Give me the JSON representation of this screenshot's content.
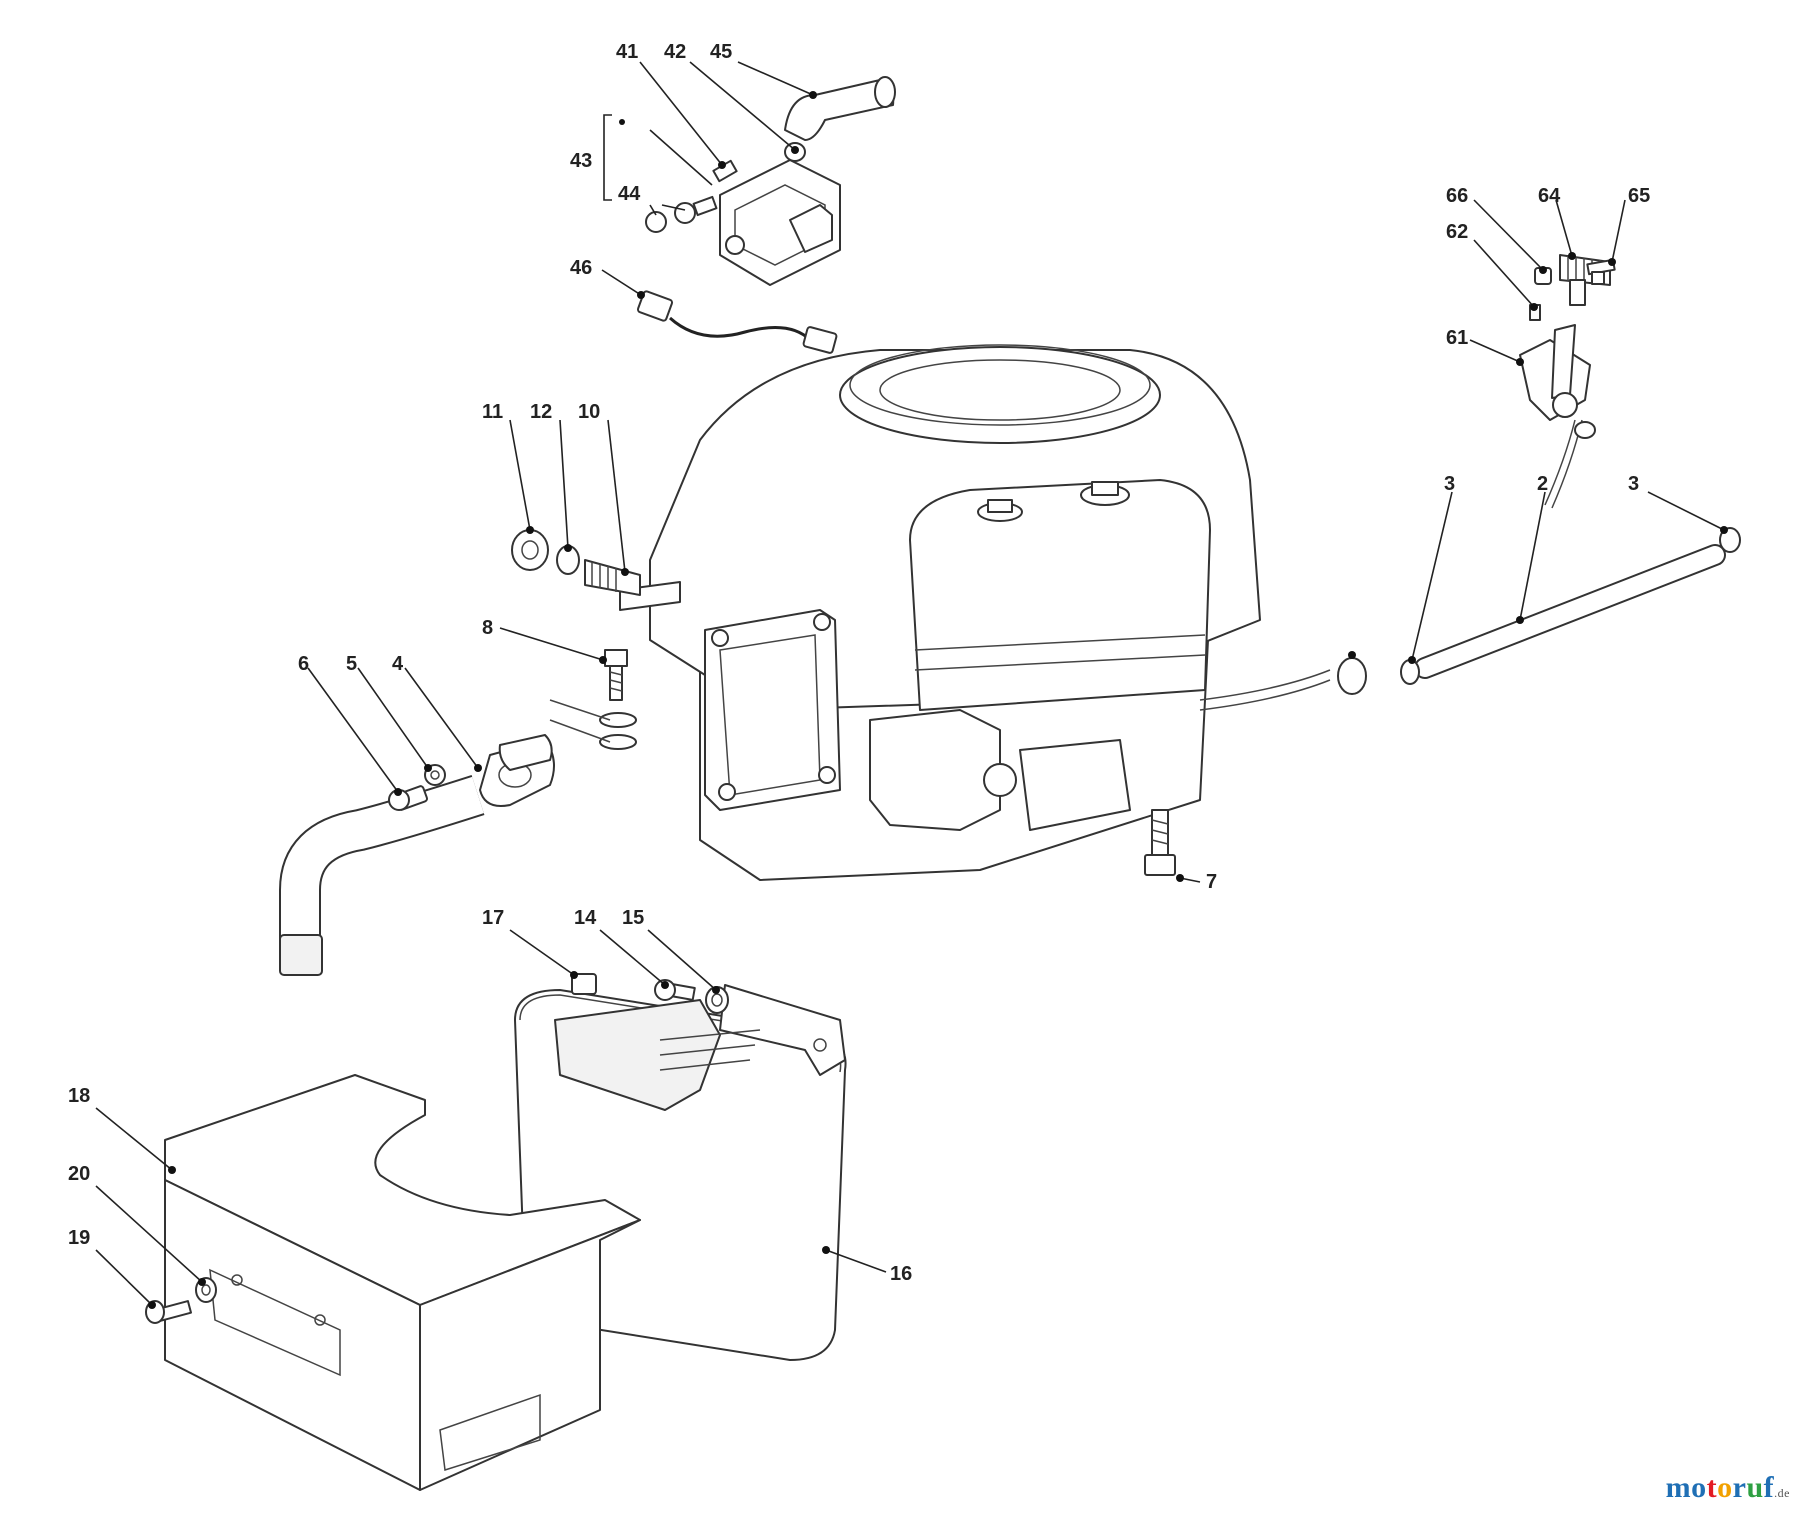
{
  "diagram": {
    "callouts": [
      "41",
      "42",
      "45",
      "43",
      "44",
      "46",
      "66",
      "64",
      "65",
      "62",
      "61",
      "11",
      "12",
      "10",
      "3",
      "2",
      "3",
      "8",
      "6",
      "5",
      "4",
      "7",
      "17",
      "14",
      "15",
      "18",
      "20",
      "19",
      "16"
    ]
  },
  "watermark": {
    "letters": [
      "m",
      "o",
      "t",
      "o",
      "r",
      "u",
      "f"
    ],
    "letter_colors": [
      "#1f6fb5",
      "#1f6fb5",
      "#e31b23",
      "#f2a100",
      "#1f6fb5",
      "#2ea043",
      "#1f6fb5"
    ],
    "suffix": ".de"
  }
}
